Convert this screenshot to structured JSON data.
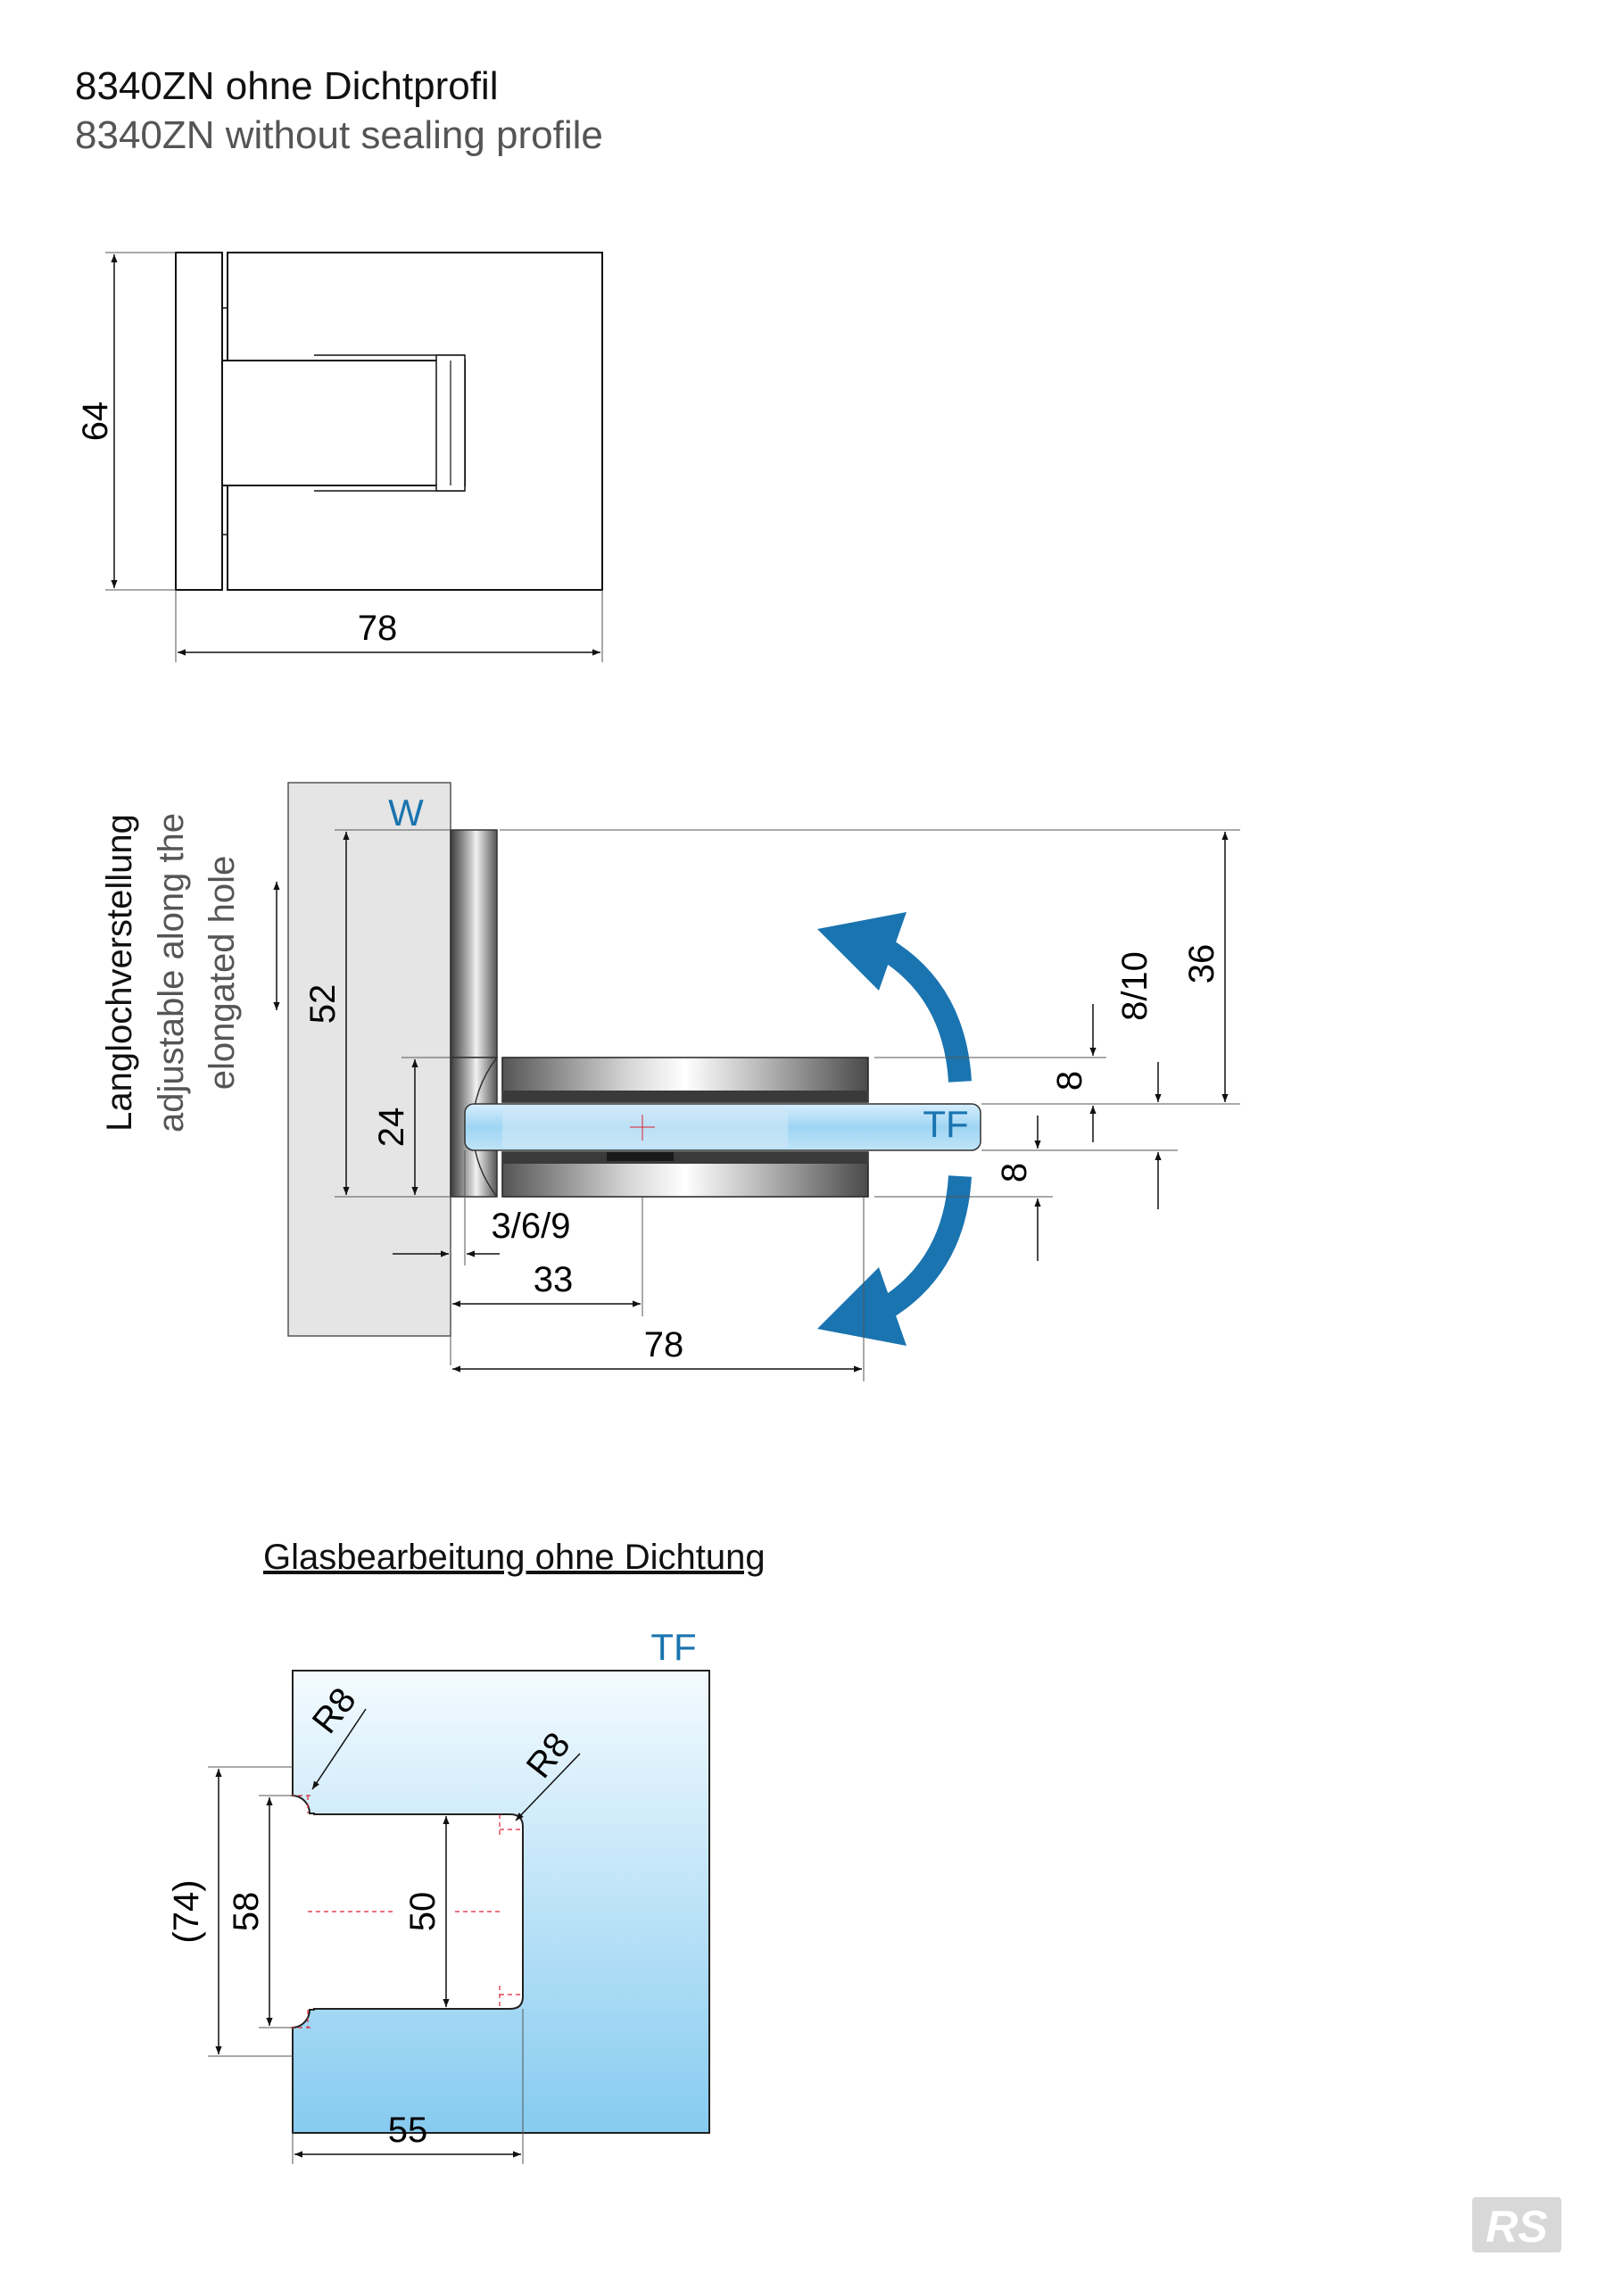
{
  "header": {
    "title_de": "8340ZN ohne Dichtprofil",
    "title_en": "8340ZN without sealing profile"
  },
  "top_view": {
    "dim_height": "64",
    "dim_width": "78"
  },
  "side_view": {
    "label_wall": "W",
    "label_glass": "TF",
    "adjust_de": "Langlochverstellung",
    "adjust_en_line1": "adjustable along the",
    "adjust_en_line2": "elongated hole",
    "dim_52": "52",
    "dim_24": "24",
    "dim_369": "3/6/9",
    "dim_33": "33",
    "dim_78": "78",
    "dim_8_top": "8",
    "dim_8_bottom": "8",
    "dim_8_10": "8/10",
    "dim_36": "36"
  },
  "glass_cutout": {
    "heading": "Glasbearbeitung ohne Dichtung",
    "label_glass": "TF",
    "radius_1": "R8",
    "radius_2": "R8",
    "dim_74": "(74)",
    "dim_58": "58",
    "dim_50": "50",
    "dim_55": "55"
  },
  "colors": {
    "accent_blue": "#1a74b0",
    "glass_light": "#eaf6fd",
    "glass_dark": "#8ccdf0",
    "wall_gray": "#e5e5e5"
  },
  "logo": {
    "text": "RS"
  }
}
